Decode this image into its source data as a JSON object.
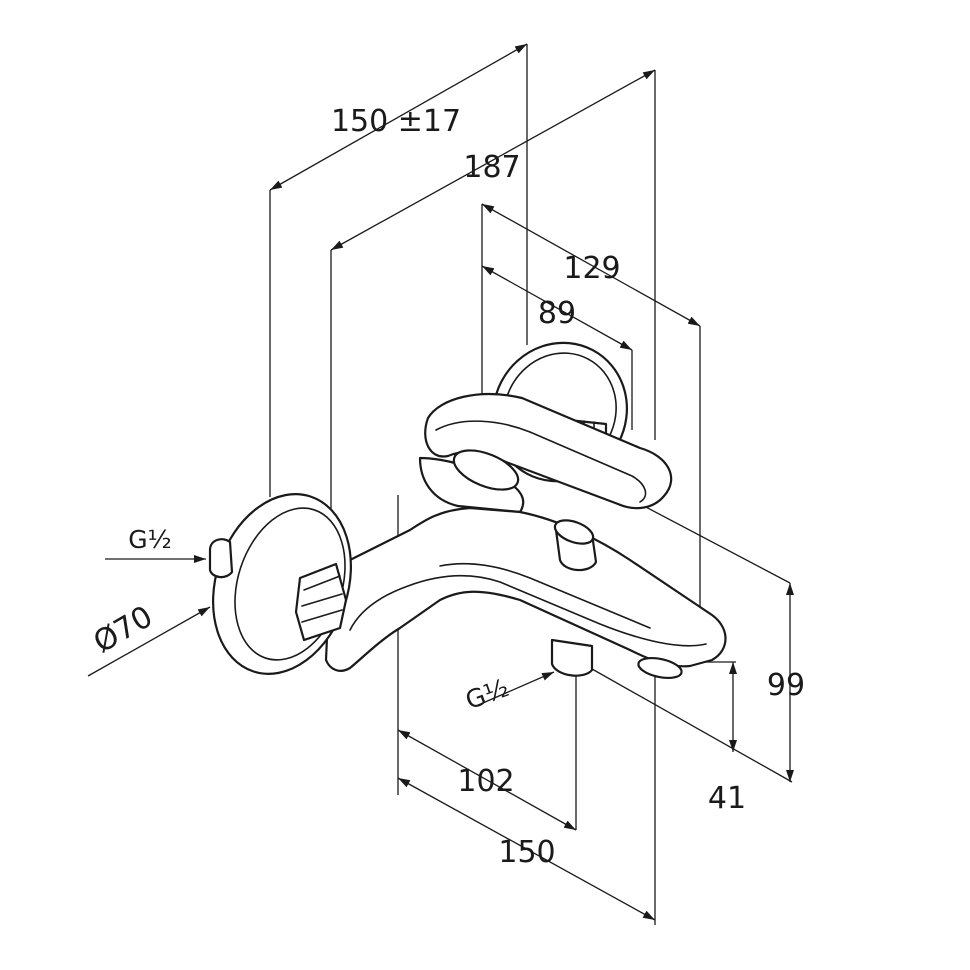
{
  "dimensions": {
    "width_adjustable": "150 ±17",
    "overall_depth": "187",
    "handle_depth": "129",
    "handle_offset": "89",
    "spout_offset": "102",
    "spout_depth": "150",
    "height_total": "99",
    "height_outlet": "41"
  },
  "labels": {
    "inlet_thread": "G½",
    "rosette_diameter": "Ø70",
    "outlet_thread": "G½"
  },
  "colors": {
    "line": "#1a1a1a",
    "background": "#ffffff"
  }
}
